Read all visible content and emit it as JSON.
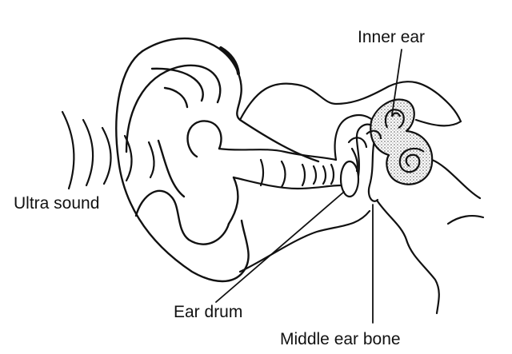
{
  "labels": {
    "inner_ear": "Inner ear",
    "ultra_sound": "Ultra sound",
    "ear_drum": "Ear drum",
    "middle_ear_bone": "Middle ear bone"
  },
  "colors": {
    "ink": "#111111",
    "background": "#ffffff",
    "stipple": "#666666"
  }
}
